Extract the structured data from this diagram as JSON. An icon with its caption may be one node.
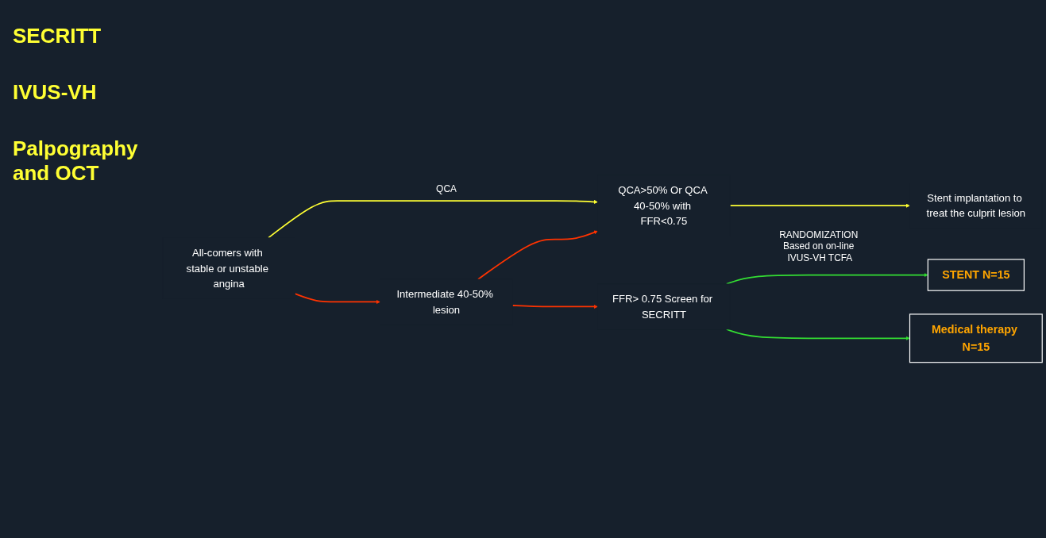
{
  "diagram": {
    "nodes": [
      {
        "text": [
          "All-comers with stable or unstable angina"
        ]
      },
      {
        "text": [
          "QCA>50% Or QCA 40-50% with FFR<0.75"
        ]
      },
      {
        "text": [
          "Stent implantation to treat the culprit lesion"
        ]
      },
      {
        "text": [
          "Intermediate 40-50% lesion"
        ]
      },
      {
        "text": [
          "FFR> 0.75 Screen for SECRITT"
        ]
      },
      {
        "text": [
          "STENT N=15"
        ]
      },
      {
        "text": [
          "Medical therapy N=15"
        ]
      }
    ],
    "edges": [
      {
        "from": 0,
        "to": 1,
        "arrow": "to",
        "label": "QCA",
        "color": "#ffff33"
      },
      {
        "from": 0,
        "to": 3,
        "arrow": "to"
      },
      {
        "from": 1,
        "to": 2,
        "arrow": "to",
        "color": "#ffff33"
      },
      {
        "from": 3,
        "to": 1,
        "arrow": "to"
      },
      {
        "from": 3,
        "to": 4,
        "arrow": "to"
      },
      {
        "from": 4,
        "to": 5,
        "arrow": "to",
        "label": "RANDOMIZATION Based on on-line IVUS-VH TCFA",
        "color": "#33dd33"
      },
      {
        "from": 4,
        "to": 6,
        "arrow": "to",
        "color": "#33dd33"
      }
    ],
    "labels": [
      "SECRITT",
      "IVUS-VH",
      "Palpography and OCT"
    ]
  }
}
